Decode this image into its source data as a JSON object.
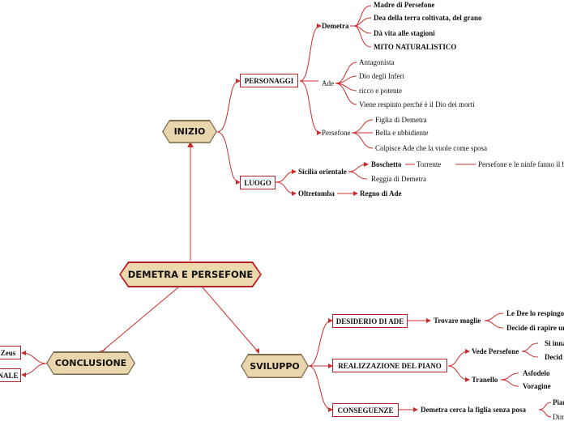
{
  "root": "DEMETRA E PERSEFONE",
  "inizio": {
    "label": "INIZIO",
    "personaggi": {
      "label": "PERSONAGGI",
      "demetra": {
        "label": "Demetra",
        "items": [
          "Madre di Persefone",
          "Dea della terra coltivata, del grano",
          "Dà vita alle stagioni",
          "MITO NATURALISTICO"
        ]
      },
      "ade": {
        "label": "Ade",
        "items": [
          "Antagonista",
          "Dio degli Inferi",
          "ricco e potente",
          "Viene respinto perché è il Dio dei morti"
        ]
      },
      "persefone": {
        "label": "Persefone",
        "items": [
          "Figlia di Demetra",
          "Bella e ubbidiente",
          "Colpisce Ade che la vuole come sposa"
        ]
      }
    },
    "luogo": {
      "label": "LUOGO",
      "sicilia": {
        "label": "Sicilia orientale",
        "boschetto": "Boschetto",
        "torrente": "Torrente",
        "ninfe": "Persefone e le ninfe fanno il b",
        "reggia": "Reggia di Demetra"
      },
      "oltretomba": {
        "label": "Oltretomba",
        "regno": "Regno di Ade"
      }
    }
  },
  "sviluppo": {
    "label": "SVILUPPO",
    "desiderio": {
      "label": "DESIDERIO DI ADE",
      "trovare": "Trovare moglie",
      "items": [
        "Le Dee lo respingo",
        "Decide di rapire un"
      ]
    },
    "realizzazione": {
      "label": "REALIZZAZIONE DEL PIANO",
      "vede": "Vede Persefone",
      "vede_items": [
        "Si inna",
        "Decid"
      ],
      "tranello": "Tranello",
      "tranello_items": [
        "Asfodelo",
        "Voragine"
      ]
    },
    "conseguenze": {
      "label": "CONSEGUENZE",
      "demetra": "Demetra cerca la figlia senza posa",
      "items": [
        "Pian",
        "Dim"
      ]
    }
  },
  "conclusione": {
    "label": "CONCLUSIONE",
    "items": [
      "Zeus",
      "NALE"
    ]
  }
}
